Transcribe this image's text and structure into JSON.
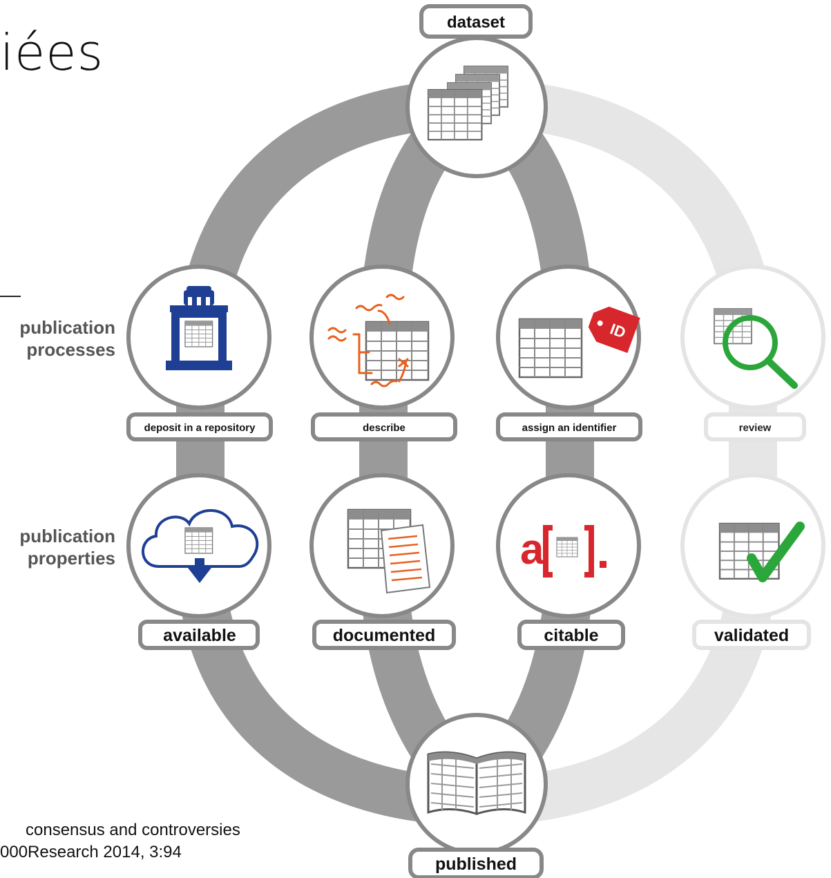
{
  "title_fragment": "iées",
  "row_labels": {
    "processes": [
      "publication",
      "processes"
    ],
    "properties": [
      "publication",
      "properties"
    ]
  },
  "nodes": {
    "top": "dataset",
    "bottom": "published"
  },
  "processes": [
    "deposit in a repository",
    "describe",
    "assign an identifier",
    "review"
  ],
  "properties": [
    "available",
    "documented",
    "citable",
    "validated"
  ],
  "tag_text": "ID",
  "citation": {
    "line1": "consensus and controversies",
    "line2": "000Research 2014, 3:94"
  },
  "colors": {
    "band_dark": "#9a9a9a",
    "band_light": "#e6e6e6",
    "repository_blue": "#1f3f94",
    "describe_orange": "#e8601c",
    "identifier_red": "#d7262c",
    "review_green": "#2aa63b"
  }
}
